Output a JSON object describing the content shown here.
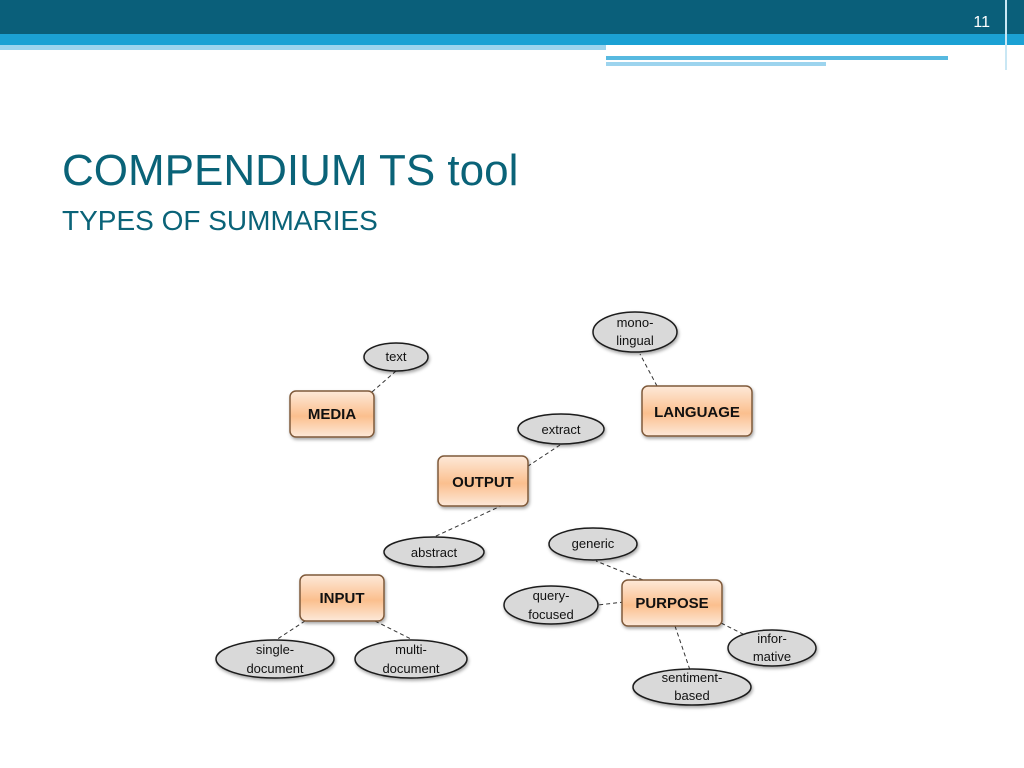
{
  "header": {
    "slide_number": "11"
  },
  "slide": {
    "title": "COMPENDIUM TS tool",
    "subtitle": "TYPES OF SUMMARIES"
  },
  "diagram": {
    "categories": {
      "media": "MEDIA",
      "language": "LANGUAGE",
      "output": "OUTPUT",
      "input": "INPUT",
      "purpose": "PURPOSE"
    },
    "values": {
      "text": [
        "text"
      ],
      "monolingual": [
        "mono-",
        "lingual"
      ],
      "extract": [
        "extract"
      ],
      "abstract": [
        "abstract"
      ],
      "generic": [
        "generic"
      ],
      "query_focused": [
        "query-",
        "focused"
      ],
      "single_document": [
        "single-",
        "document"
      ],
      "multi_document": [
        "multi-",
        "document"
      ],
      "informative": [
        "infor-",
        "mative"
      ],
      "sentiment_based": [
        "sentiment-",
        "based"
      ]
    },
    "colors": {
      "category_fill_top": "#fde9d9",
      "category_fill_mid": "#fbbf8e",
      "category_border": "#7f5a3a",
      "value_fill": "#d9d9d9",
      "value_border": "#1a1a1a",
      "connector": "#333333"
    }
  }
}
